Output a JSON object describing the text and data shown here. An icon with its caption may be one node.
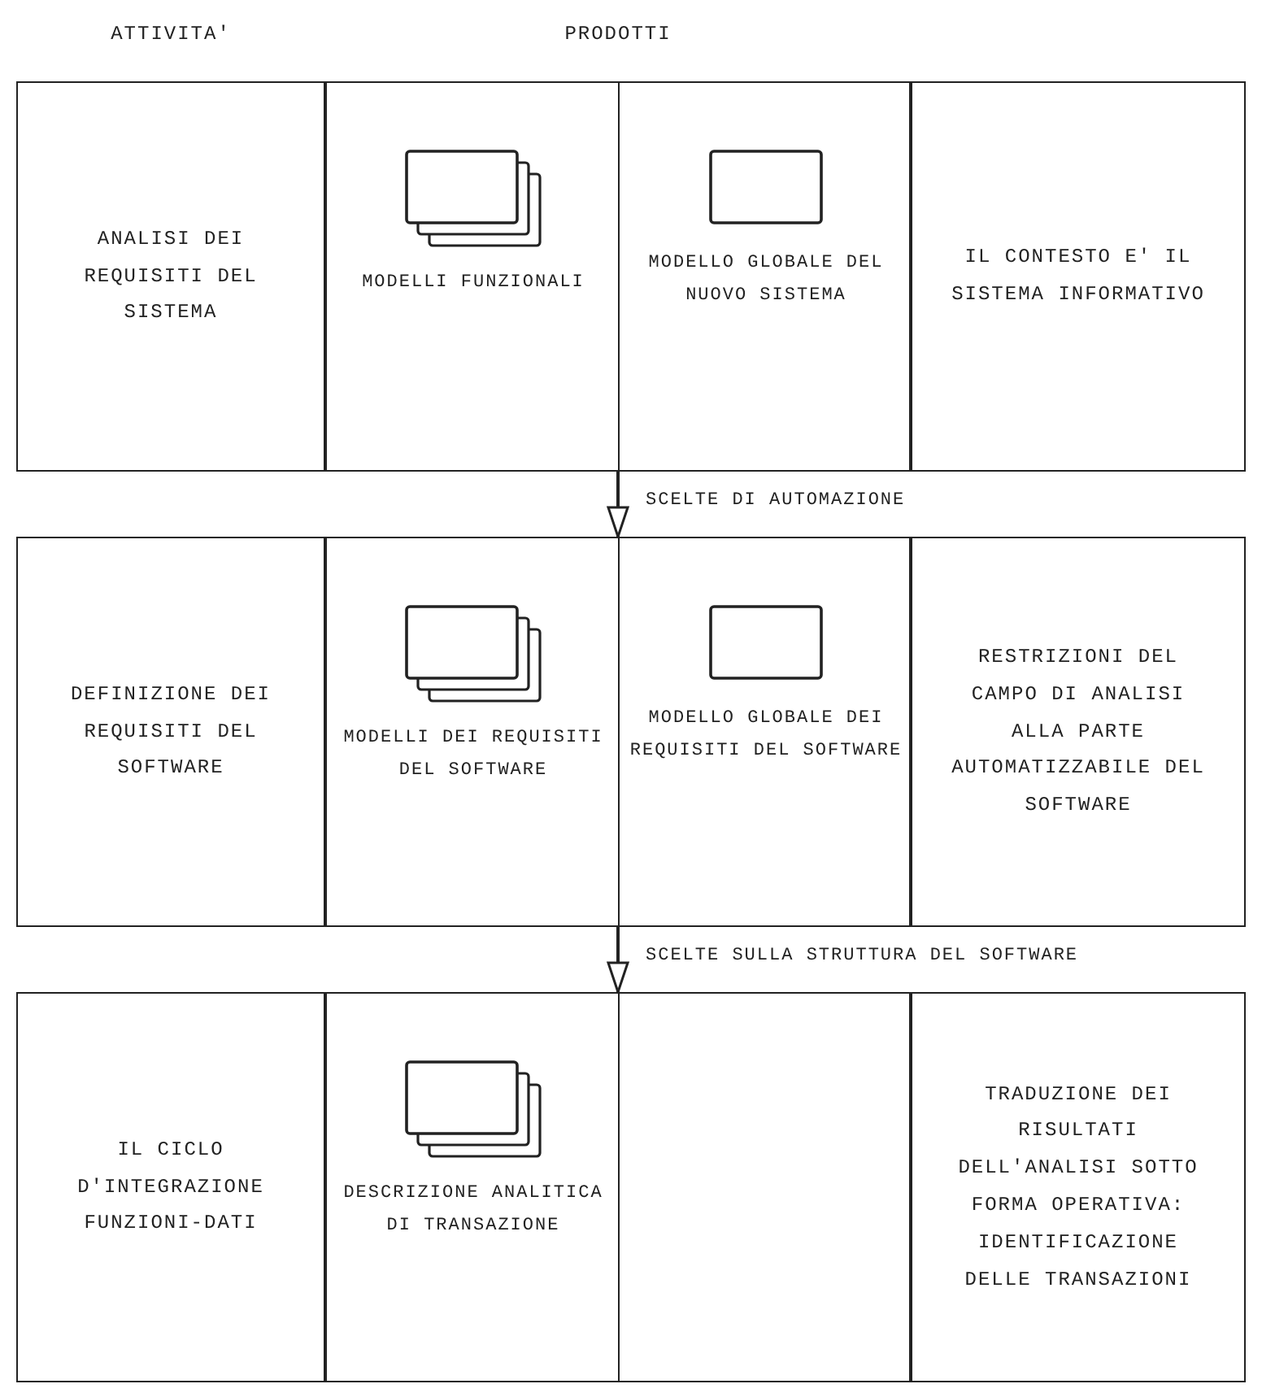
{
  "diagram": {
    "nodes": [
      {
        "text": [
          "ANALISI DEI REQUISITI DEL SISTEMA"
        ]
      },
      {
        "text": [],
        "shape": "box"
      },
      {
        "text": [
          "MODELLI FUNZIONALI"
        ],
        "in": 1
      },
      {
        "text": [
          "MODELLO GLOBALE DEL NUOVO SISTEMA"
        ],
        "in": 1
      },
      {
        "text": [
          "IL CONTESTO E' IL SISTEMA INFORMATIVO"
        ]
      },
      {
        "text": [
          "DEFINIZIONE DEI REQUISITI DEL SOFTWARE"
        ]
      },
      {
        "text": [],
        "shape": "box"
      },
      {
        "text": [
          "MODELLI DEI REQUISITI DEL SOFTWARE"
        ],
        "in": 6
      },
      {
        "text": [
          "MODELLO GLOBALE DEI REQUISITI DEL SOFTWARE"
        ],
        "in": 6
      },
      {
        "text": [
          "RESTRIZIONI DEL CAMPO DI ANALISI ALLA PARTE AUTOMATIZZABILE DEL SOFTWARE"
        ]
      },
      {
        "text": [
          "IL CICLO D'INTEGRAZIONE FUNZIONI-DATI"
        ]
      },
      {
        "text": [],
        "shape": "box"
      },
      {
        "text": [
          "DESCRIZIONE ANALITICA DI TRANSAZIONE"
        ],
        "in": 11
      },
      {
        "text": [
          "TRADUZIONE DEI RISULTATI DELL'ANALISI SOTTO FORMA OPERATIVA: IDENTIFICAZIONE DELLE TRANSAZIONI"
        ]
      }
    ],
    "edges": [
      {
        "from": 1,
        "to": 6,
        "arrow": "to",
        "label": "SCELTE DI AUTOMAZIONE"
      },
      {
        "from": 6,
        "to": 11,
        "arrow": "to",
        "label": "SCELTE SULLA STRUTTURA DEL SOFTWARE"
      }
    ],
    "labels": [
      "ATTIVITA'",
      "PRODOTTI"
    ]
  }
}
